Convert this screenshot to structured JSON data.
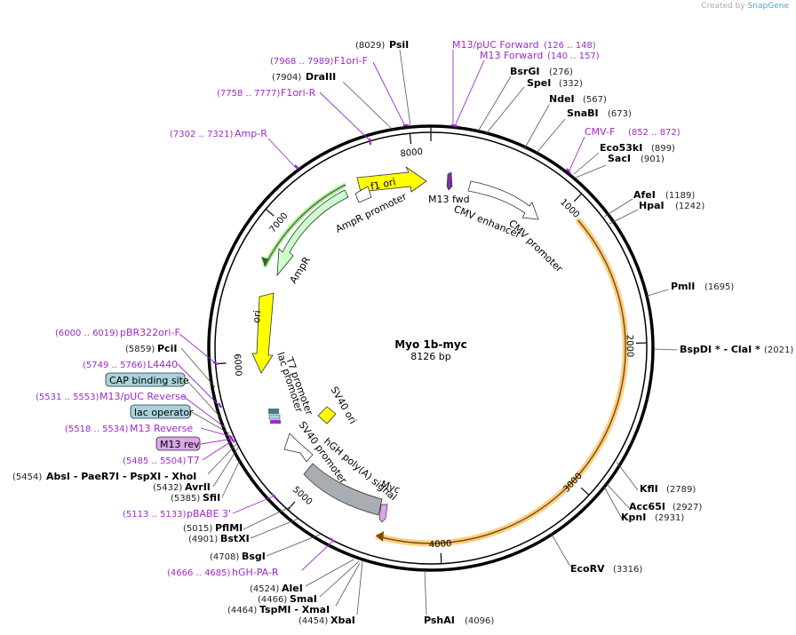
{
  "credit": {
    "prefix": "Created by",
    "brand": "SnapGene"
  },
  "plasmid": {
    "name": "Myo 1b-myc",
    "length_label": "8126 bp",
    "length": 8126
  },
  "ruler": [
    {
      "bp": 1000,
      "label": "1000"
    },
    {
      "bp": 2000,
      "label": "2000"
    },
    {
      "bp": 3000,
      "label": "3000"
    },
    {
      "bp": 4000,
      "label": "4000"
    },
    {
      "bp": 5000,
      "label": "5000"
    },
    {
      "bp": 6000,
      "label": "6000"
    },
    {
      "bp": 7000,
      "label": "7000"
    },
    {
      "bp": 8000,
      "label": "8000"
    }
  ],
  "enzymes": [
    {
      "name": "PsiI",
      "pos": "(8029)",
      "site": 8029
    },
    {
      "name": "DraIII",
      "pos": "(7904)",
      "site": 7904
    },
    {
      "name": "BsrGI",
      "pos": "(276)",
      "site": 276
    },
    {
      "name": "SpeI",
      "pos": "(332)",
      "site": 332
    },
    {
      "name": "NdeI",
      "pos": "(567)",
      "site": 567
    },
    {
      "name": "SnaBI",
      "pos": "(673)",
      "site": 673
    },
    {
      "name": "Eco53kI",
      "pos": "(899)",
      "site": 899
    },
    {
      "name": "SacI",
      "pos": "(901)",
      "site": 901
    },
    {
      "name": "AfeI",
      "pos": "(1189)",
      "site": 1189
    },
    {
      "name": "HpaI",
      "pos": "(1242)",
      "site": 1242
    },
    {
      "name": "PmlI",
      "pos": "(1695)",
      "site": 1695
    },
    {
      "name": "BspDI * - ClaI *",
      "pos": "(2021)",
      "site": 2021
    },
    {
      "name": "KflI",
      "pos": "(2789)",
      "site": 2789
    },
    {
      "name": "Acc65I",
      "pos": "(2927)",
      "site": 2927
    },
    {
      "name": "KpnI",
      "pos": "(2931)",
      "site": 2931
    },
    {
      "name": "EcoRV",
      "pos": "(3316)",
      "site": 3316
    },
    {
      "name": "PshAI",
      "pos": "(4096)",
      "site": 4096
    },
    {
      "name": "XbaI",
      "pos": "(4454)",
      "site": 4454
    },
    {
      "name": "TspMI - XmaI",
      "pos": "(4464)",
      "site": 4464
    },
    {
      "name": "SmaI",
      "pos": "(4466)",
      "site": 4466
    },
    {
      "name": "AleI",
      "pos": "(4524)",
      "site": 4524
    },
    {
      "name": "BsgI",
      "pos": "(4708)",
      "site": 4708
    },
    {
      "name": "BstXI",
      "pos": "(4901)",
      "site": 4901
    },
    {
      "name": "PflMI",
      "pos": "(5015)",
      "site": 5015
    },
    {
      "name": "SfiI",
      "pos": "(5385)",
      "site": 5385
    },
    {
      "name": "AvrII",
      "pos": "(5432)",
      "site": 5432
    },
    {
      "name": "AbsI - PaeR7I - PspXI - XhoI",
      "pos": "(5454)",
      "site": 5454
    },
    {
      "name": "PciI",
      "pos": "(5859)",
      "site": 5859
    }
  ],
  "primers": [
    {
      "name": "M13/pUC Forward",
      "pos": "(126 .. 148)",
      "site": 137
    },
    {
      "name": "M13 Forward",
      "pos": "(140 .. 157)",
      "site": 148
    },
    {
      "name": "CMV-F",
      "pos": "(852 .. 872)",
      "site": 862
    },
    {
      "name": "F1ori-F",
      "pos": "(7968 .. 7989)",
      "site": 7978
    },
    {
      "name": "F1ori-R",
      "pos": "(7758 .. 7777)",
      "site": 7767
    },
    {
      "name": "Amp-R",
      "pos": "(7302 .. 7321)",
      "site": 7311
    },
    {
      "name": "pBR322ori-F",
      "pos": "(6000 .. 6019)",
      "site": 6009
    },
    {
      "name": "L4440",
      "pos": "(5749 .. 5766)",
      "site": 5757
    },
    {
      "name": "M13/pUC Reverse",
      "pos": "(5531 .. 5553)",
      "site": 5542
    },
    {
      "name": "M13 Reverse",
      "pos": "(5518 .. 5534)",
      "site": 5526
    },
    {
      "name": "T7",
      "pos": "(5485 .. 5504)",
      "site": 5494
    },
    {
      "name": "pBABE 3'",
      "pos": "(5113 .. 5133)",
      "site": 5123
    },
    {
      "name": "hGH-PA-R",
      "pos": "(4666 .. 4685)",
      "site": 4675
    }
  ],
  "boxed_features": [
    {
      "name": "CAP binding site",
      "color": "#a9d3dc"
    },
    {
      "name": "lac operator",
      "color": "#a9d3dc"
    },
    {
      "name": "M13 rev",
      "color": "#d9a6e6"
    }
  ],
  "features": [
    {
      "name": "f1 ori",
      "color": "#ffff00"
    },
    {
      "name": "AmpR promoter",
      "color": "#ffffff"
    },
    {
      "name": "AmpR",
      "color": "#ccffcc"
    },
    {
      "name": "ori",
      "color": "#ffff00"
    },
    {
      "name": "M13 fwd",
      "color": "#7b2fa0"
    },
    {
      "name": "CMV enhancer",
      "color": "#ffffff"
    },
    {
      "name": "CMV promoter",
      "color": "#ffffff"
    },
    {
      "name": "T7 promoter",
      "color": "#ffffff"
    },
    {
      "name": "lac promoter",
      "color": "#ffffff"
    },
    {
      "name": "SV40 ori",
      "color": "#ffff00"
    },
    {
      "name": "SV40 promoter",
      "color": "#ffffff"
    },
    {
      "name": "hGH poly(A) signal",
      "color": "#a7adb3"
    },
    {
      "name": "Myc",
      "color": "#d9a6e6"
    }
  ],
  "colors": {
    "backbone": "#000000",
    "orf": "#f5a623",
    "primer": "#9b2bc9",
    "enzyme": "#000000"
  }
}
